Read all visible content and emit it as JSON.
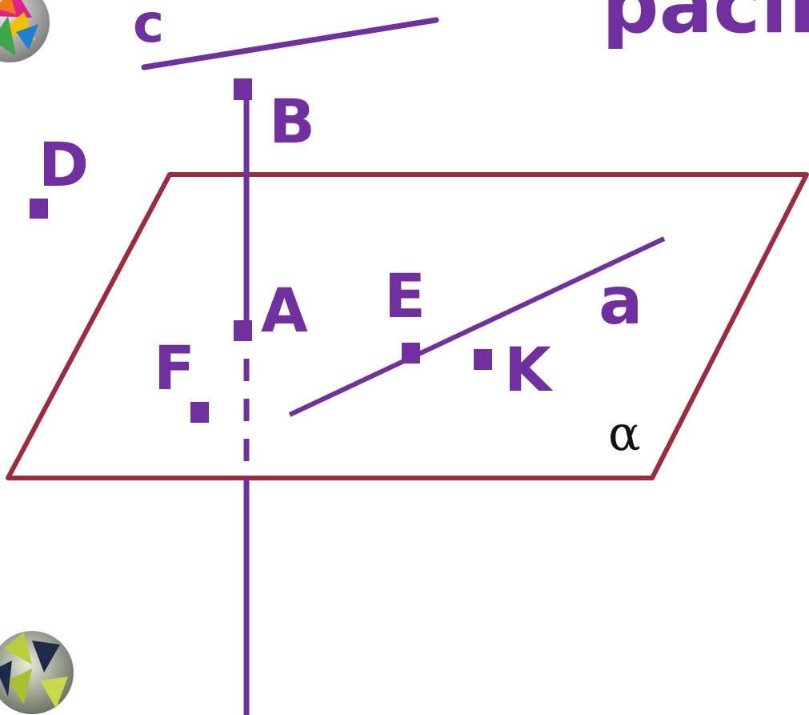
{
  "title_fragment": "расп",
  "colors": {
    "plane": "#9e2a3e",
    "geometry": "#7030a0",
    "alpha_text": "#111111",
    "background": "#ffffff"
  },
  "labels": {
    "line_c": "c",
    "point_B": "B",
    "point_D": "D",
    "point_A": "A",
    "point_E": "E",
    "line_a": "a",
    "point_F": "F",
    "point_K": "K",
    "plane_alpha": "α"
  },
  "decorations": {
    "top_left": "origami-star-ball-colorful",
    "bottom_left": "origami-star-ball-green"
  }
}
